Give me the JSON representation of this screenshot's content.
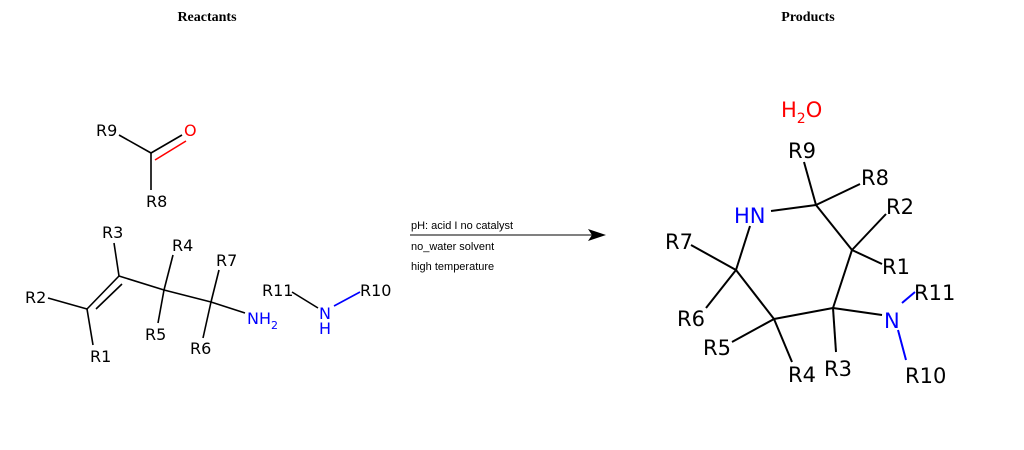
{
  "headers": {
    "reactants": "Reactants",
    "products": "Products"
  },
  "colors": {
    "text": "#000000",
    "nitrogen": "#0000ff",
    "oxygen": "#ff0000"
  },
  "reactants": {
    "aldehyde": {
      "r9": "R9",
      "o": "O",
      "r8": "R8"
    },
    "alkene_amine": {
      "r2": "R2",
      "r1": "R1",
      "r3": "R3",
      "r4": "R4",
      "r5": "R5",
      "r6": "R6",
      "r7": "R7",
      "nh": "NH",
      "nh_sub": "2"
    },
    "secondary_amine": {
      "r11": "R11",
      "n": "N",
      "h": "H",
      "r10": "R10"
    }
  },
  "conditions": {
    "ph": "pH: acid I no catalyst",
    "solvent": "no_water solvent",
    "temperature": "high temperature"
  },
  "products": {
    "water": {
      "h": "H",
      "h_sub": "2",
      "o": "O"
    },
    "ring": {
      "hn": "HN",
      "r9": "R9",
      "r8": "R8",
      "r2": "R2",
      "r1": "R1",
      "r7": "R7",
      "r6": "R6",
      "r5": "R5",
      "r4": "R4",
      "r3": "R3",
      "n": "N",
      "r11": "R11",
      "r10": "R10"
    }
  }
}
